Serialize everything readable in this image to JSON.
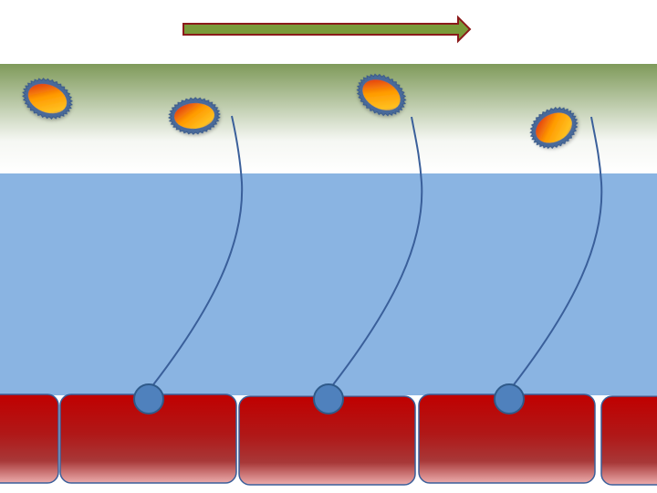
{
  "diagram": {
    "flow_direction": "right",
    "colors": {
      "arrow_fill": "#7a9a3a",
      "arrow_stroke": "#8b1a1a",
      "mucus_top": "#7f9a5a",
      "fluid": "#8ab4e2",
      "cell_top": "#c00000",
      "cell_bottom": "#e8a0a0",
      "cilium": "#3a5f9a",
      "basal_body": "#4f81bd",
      "particle_outer": "#4a6a9a",
      "particle_core": "#ff9a00"
    },
    "cells": [
      {
        "id": "cell-1"
      },
      {
        "id": "cell-2"
      },
      {
        "id": "cell-3"
      },
      {
        "id": "cell-4"
      },
      {
        "id": "cell-5"
      }
    ],
    "cilia": [
      {
        "id": "cilium-1"
      },
      {
        "id": "cilium-2"
      },
      {
        "id": "cilium-3"
      }
    ],
    "particles": [
      {
        "id": "particle-1"
      },
      {
        "id": "particle-2"
      },
      {
        "id": "particle-3"
      },
      {
        "id": "particle-4"
      }
    ]
  }
}
